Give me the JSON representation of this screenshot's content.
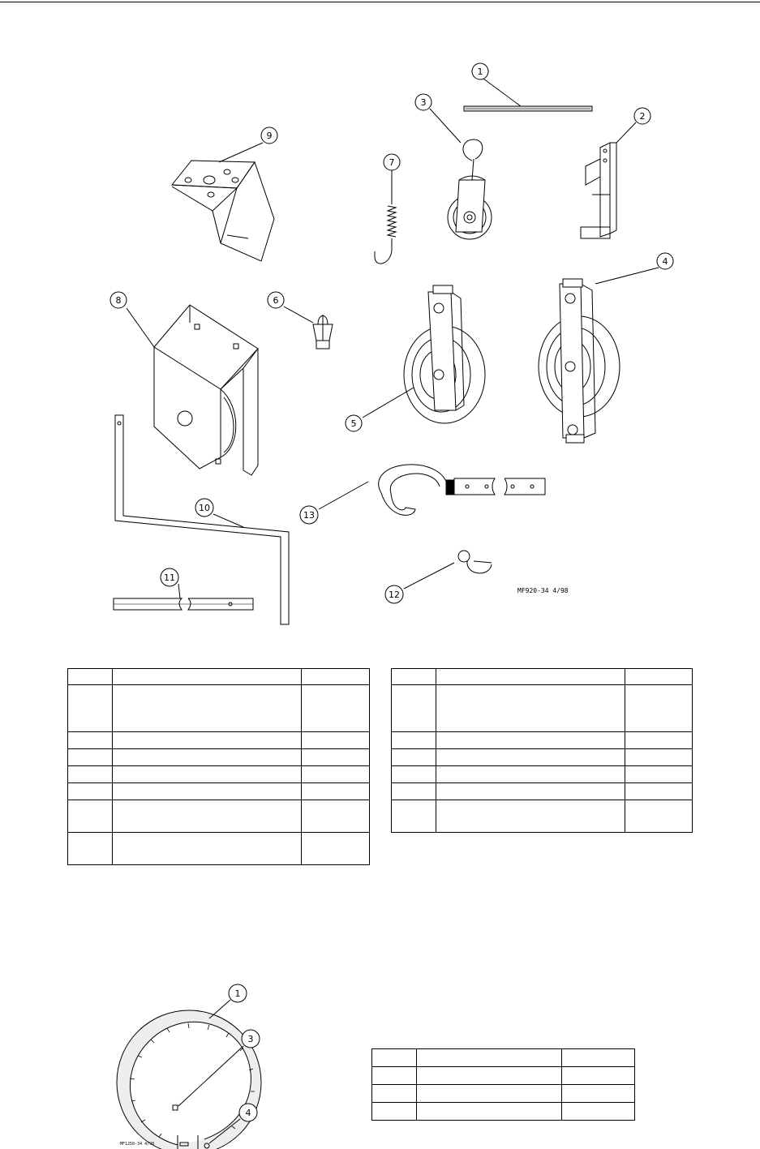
{
  "figures": {
    "parts_drawing": {
      "code_label": "MF920-34 4/98",
      "callouts": [
        "1",
        "2",
        "3",
        "4",
        "5",
        "6",
        "7",
        "8",
        "9",
        "10",
        "11",
        "12",
        "13"
      ]
    },
    "ring_drawing": {
      "code_label": "MF1250-34 4/98",
      "callouts": [
        "1",
        "3",
        "4"
      ]
    }
  }
}
